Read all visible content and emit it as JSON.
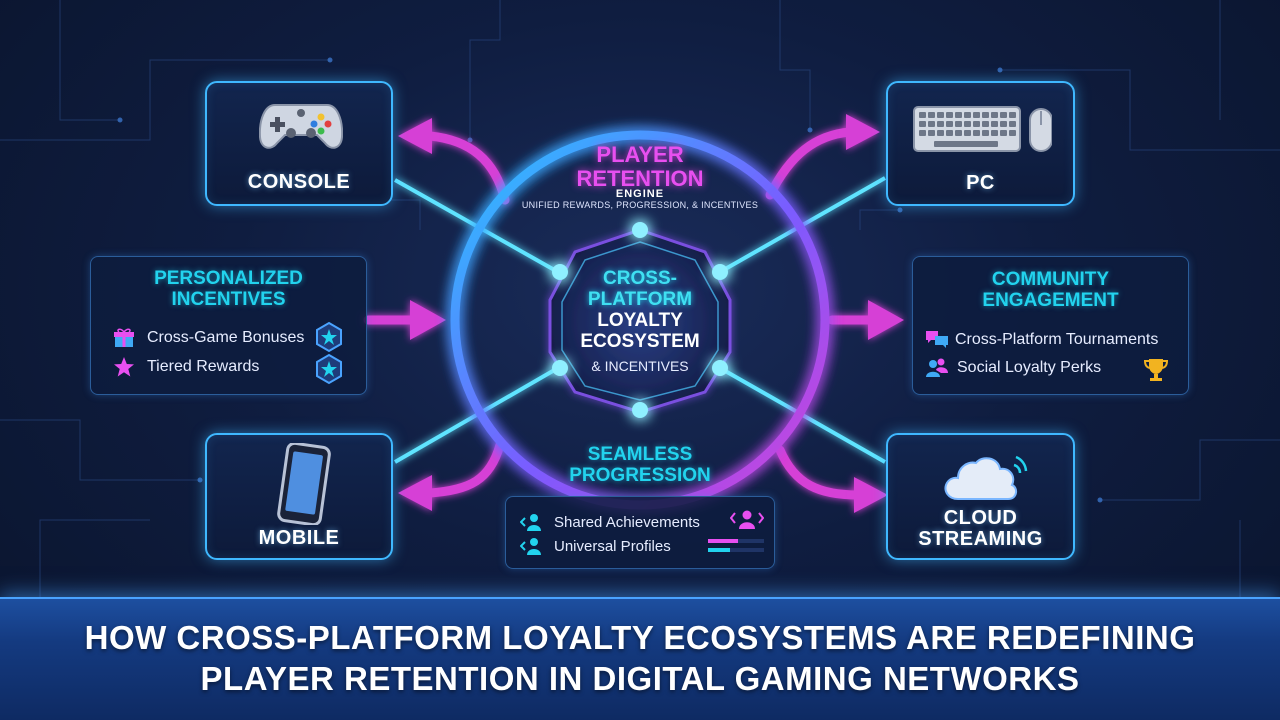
{
  "hub": {
    "title_line1": "PLAYER",
    "title_line2": "RETENTION",
    "title_line3": "ENGINE",
    "subtitle": "UNIFIED REWARDS, PROGRESSION, & INCENTIVES",
    "core_line1": "CROSS-",
    "core_line2": "PLATFORM",
    "core_line3": "LOYALTY",
    "core_line4": "ECOSYSTEM",
    "core_line5": "& INCENTIVES"
  },
  "platforms": {
    "console": "CONSOLE",
    "pc": "PC",
    "mobile": "MOBILE",
    "cloud_line1": "CLOUD",
    "cloud_line2": "STREAMING"
  },
  "personalized": {
    "title_line1": "PERSONALIZED",
    "title_line2": "INCENTIVES",
    "items": [
      "Cross-Game Bonuses",
      "Tiered Rewards"
    ]
  },
  "community": {
    "title_line1": "COMMUNITY",
    "title_line2": "ENGAGEMENT",
    "items": [
      "Cross-Platform Tournaments",
      "Social Loyalty Perks"
    ]
  },
  "progression": {
    "title_line1": "SEAMLESS",
    "title_line2": "PROGRESSION",
    "items": [
      "Shared Achievements",
      "Universal Profiles"
    ]
  },
  "footer": {
    "line1": "HOW CROSS-PLATFORM LOYALTY ECOSYSTEMS ARE REDEFINING",
    "line2": "PLAYER RETENTION IN DIGITAL GAMING NETWORKS"
  },
  "colors": {
    "cyan": "#22d3ee",
    "magenta": "#d63fd6",
    "blue_border": "#3fb8ff",
    "background": "#0f1d40"
  },
  "icons": {
    "console": "gamepad-icon",
    "pc": "keyboard-mouse-icon",
    "mobile": "smartphone-icon",
    "cloud": "cloud-wifi-icon",
    "gift": "gift-icon",
    "star": "star-icon",
    "trophy": "trophy-icon",
    "chat": "chat-bubbles-icon",
    "people": "people-icon"
  }
}
